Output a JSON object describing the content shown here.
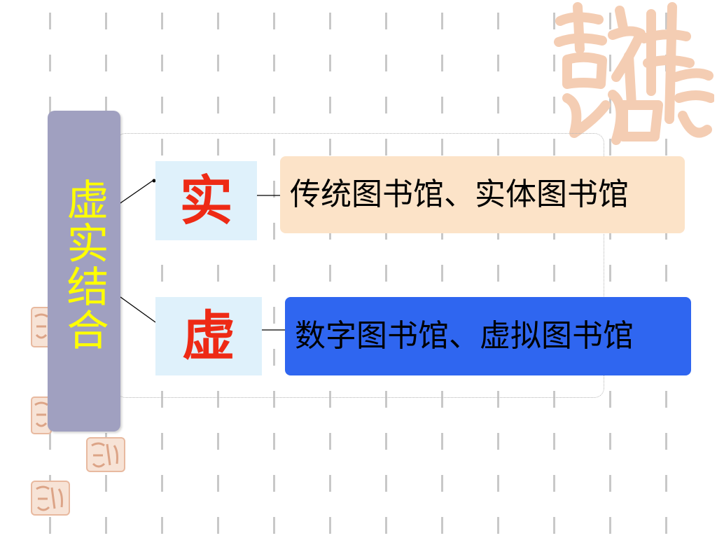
{
  "diagram": {
    "main": {
      "label": "虚实结合"
    },
    "branches": [
      {
        "category": "实",
        "description": "传统图书馆、实体图书馆"
      },
      {
        "category": "虚",
        "description": "数字图书馆、虚拟图书馆"
      }
    ]
  },
  "colors": {
    "main_box": "#a0a0c0",
    "main_text": "#ffff00",
    "category_box": "#dff1fb",
    "category_text": "#ee2a15",
    "real_description_box": "#fce3c8",
    "virtual_description_box": "#2f66f0",
    "watermark": "#f4cdb3"
  },
  "decorations": {
    "watermark_icon": "auspicious-calligraphy-watermark",
    "seal_icon": "red-seal-stamp"
  }
}
